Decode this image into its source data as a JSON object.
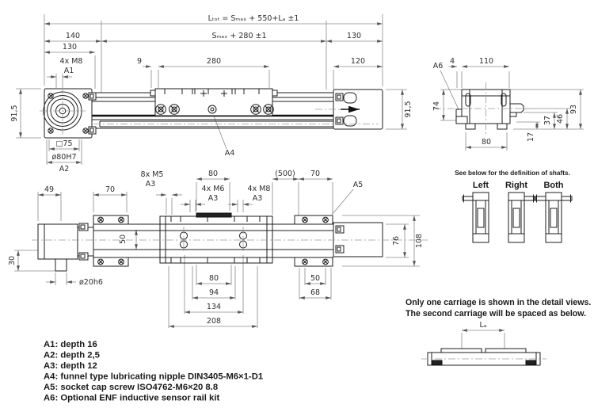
{
  "top_view": {
    "dim_ltot": "Lₜₒₜ =  Sₘₐₓ +  550+Lₐ  ±1",
    "dim_140": "140",
    "dim_smax": "Sₘₐₓ +  280  ±1",
    "dim_130_right": "130",
    "dim_130_left": "130",
    "dim_4xm8": "4x  M8",
    "label_a1": "A1",
    "dim_9": "9",
    "dim_280": "280",
    "dim_120": "120",
    "dim_915_left": "91,5",
    "dim_915_right": "91,5",
    "dim_sq75": "□75",
    "dim_dia80": "ø80H7",
    "label_a2": "A2",
    "label_a4": "A4"
  },
  "side_view": {
    "label_a6": "A6",
    "dim_4": "4",
    "dim_110": "110",
    "dim_74": "74",
    "dim_93": "93",
    "dim_46": "46",
    "dim_37": "37",
    "dim_17": "17",
    "dim_80": "80"
  },
  "plan_view": {
    "dim_49": "49",
    "dim_70_left": "70",
    "dim_8xm5": "8x  M5",
    "label_a3_m5": "A3",
    "dim_80_top": "80",
    "dim_4xm6": "4x  M6",
    "label_a3_m6": "A3",
    "dim_4xm8": "4x  M8",
    "label_a3_m8": "A3",
    "dim_500": "(500)",
    "dim_70_right": "70",
    "label_a5": "A5",
    "dim_50_mid": "50",
    "dim_30": "30",
    "dim_dia20": "ø20h6",
    "dim_76": "76",
    "dim_108": "108",
    "dim_80_bottom": "80",
    "dim_94": "94",
    "dim_134": "134",
    "dim_208": "208",
    "dim_50_bottom": "50",
    "dim_68": "68"
  },
  "shaft_key": {
    "note": "See below for the definition of shafts.",
    "left_label": "Left",
    "right_label": "Right",
    "both_label": "Both"
  },
  "carriage_note": {
    "line1": "Only one carriage is shown in the detail views.",
    "line2": "The second carriage will be spaced as below.",
    "dim_la": "Lₐ"
  },
  "notes": [
    "A1: depth 16",
    "A2: depth 2,5",
    "A3: depth 12",
    "A4: funnel type lubricating nipple DIN3405-M6×1-D1",
    "A5: socket cap screw ISO4762-M6×20 8.8",
    "A6: Optional ENF inductive sensor rail kit"
  ]
}
